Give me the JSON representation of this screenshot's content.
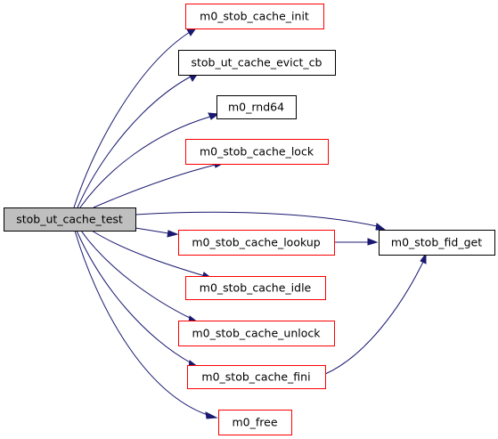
{
  "graph": {
    "root": {
      "id": "stob_ut_cache_test",
      "label": "stob_ut_cache_test"
    },
    "nodes": [
      {
        "id": "m0_stob_cache_init",
        "label": "m0_stob_cache_init",
        "border": "#ff0000"
      },
      {
        "id": "stob_ut_cache_evict_cb",
        "label": "stob_ut_cache_evict_cb",
        "border": "#000000"
      },
      {
        "id": "m0_rnd64",
        "label": "m0_rnd64",
        "border": "#000000"
      },
      {
        "id": "m0_stob_cache_lock",
        "label": "m0_stob_cache_lock",
        "border": "#ff0000"
      },
      {
        "id": "m0_stob_cache_lookup",
        "label": "m0_stob_cache_lookup",
        "border": "#ff0000"
      },
      {
        "id": "m0_stob_cache_idle",
        "label": "m0_stob_cache_idle",
        "border": "#ff0000"
      },
      {
        "id": "m0_stob_cache_unlock",
        "label": "m0_stob_cache_unlock",
        "border": "#ff0000"
      },
      {
        "id": "m0_stob_cache_fini",
        "label": "m0_stob_cache_fini",
        "border": "#ff0000"
      },
      {
        "id": "m0_free",
        "label": "m0_free",
        "border": "#ff0000"
      },
      {
        "id": "m0_stob_fid_get",
        "label": "m0_stob_fid_get",
        "border": "#000000"
      }
    ],
    "edges": [
      {
        "from": "stob_ut_cache_test",
        "to": "m0_stob_cache_init"
      },
      {
        "from": "stob_ut_cache_test",
        "to": "stob_ut_cache_evict_cb"
      },
      {
        "from": "stob_ut_cache_test",
        "to": "m0_rnd64"
      },
      {
        "from": "stob_ut_cache_test",
        "to": "m0_stob_cache_lock"
      },
      {
        "from": "stob_ut_cache_test",
        "to": "m0_stob_fid_get"
      },
      {
        "from": "stob_ut_cache_test",
        "to": "m0_stob_cache_lookup"
      },
      {
        "from": "stob_ut_cache_test",
        "to": "m0_stob_cache_idle"
      },
      {
        "from": "stob_ut_cache_test",
        "to": "m0_stob_cache_unlock"
      },
      {
        "from": "stob_ut_cache_test",
        "to": "m0_stob_cache_fini"
      },
      {
        "from": "stob_ut_cache_test",
        "to": "m0_free"
      },
      {
        "from": "m0_stob_cache_lookup",
        "to": "m0_stob_fid_get"
      },
      {
        "from": "m0_stob_cache_fini",
        "to": "m0_stob_fid_get"
      }
    ],
    "colors": {
      "root_fill": "#bfbfbf",
      "node_fill": "#ffffff",
      "edge": "#191970",
      "red_border": "#ff0000",
      "black_border": "#000000"
    }
  }
}
